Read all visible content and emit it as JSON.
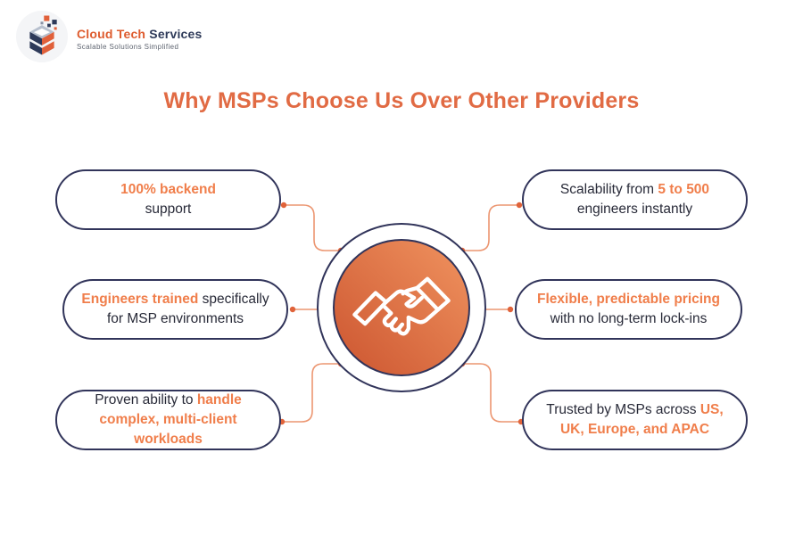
{
  "logo": {
    "brand_primary": "Cloud Tech",
    "brand_secondary": "Services",
    "tagline": "Scalable Solutions Simplified",
    "icon": "isometric-cube-logo-icon"
  },
  "title": "Why MSPs Choose Us Over Other Providers",
  "center": {
    "icon": "handshake-icon"
  },
  "colors": {
    "title_orange": "#e16b44",
    "highlight_orange": "#f07e4b",
    "dark_navy_text": "#282a38",
    "bubble_border_navy": "#31345a",
    "connector_line": "#ec9671",
    "connector_dot": "#e0633a",
    "circle_gradient_start": "#f0935f",
    "circle_gradient_end": "#cc5530"
  },
  "bubbles": [
    {
      "id": "backend-support",
      "position": "top-left",
      "segments": [
        {
          "t": "100% backend",
          "hl": true
        },
        {
          "t": "\nsupport"
        }
      ]
    },
    {
      "id": "scalability",
      "position": "top-right",
      "segments": [
        {
          "t": "Scalability from "
        },
        {
          "t": "5 to 500",
          "hl": true
        },
        {
          "t": "\nengineers instantly"
        }
      ]
    },
    {
      "id": "engineers-trained",
      "position": "middle-left",
      "segments": [
        {
          "t": "Engineers trained",
          "hl": true
        },
        {
          "t": " specifically\nfor MSP environments"
        }
      ]
    },
    {
      "id": "flexible-pricing",
      "position": "middle-right",
      "segments": [
        {
          "t": "Flexible, predictable pricing",
          "hl": true
        },
        {
          "t": "\nwith no long-term lock-ins"
        }
      ]
    },
    {
      "id": "complex-workloads",
      "position": "bottom-left",
      "segments": [
        {
          "t": "Proven ability to "
        },
        {
          "t": "handle\ncomplex, multi-client workloads",
          "hl": true
        }
      ]
    },
    {
      "id": "trusted-regions",
      "position": "bottom-right",
      "segments": [
        {
          "t": "Trusted by MSPs across "
        },
        {
          "t": "US,\nUK, Europe, and APAC",
          "hl": true
        }
      ]
    }
  ]
}
